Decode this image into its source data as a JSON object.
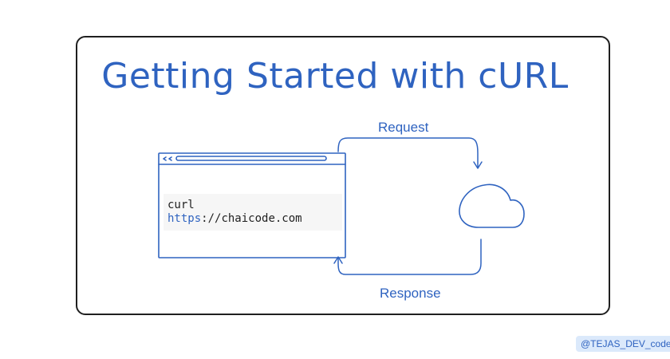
{
  "title": "Getting Started with cURL",
  "terminal": {
    "command": "curl",
    "url_protocol": "https",
    "url_rest": "://chaicode.com"
  },
  "arrows": {
    "request_label": "Request",
    "response_label": "Response"
  },
  "watermark": "@TEJAS_DEV_code",
  "colors": {
    "accent": "#2f63c0",
    "border": "#1f1f1f",
    "code_bg": "#f6f6f6",
    "watermark_bg": "#dbe9fb"
  },
  "icons": [
    "browser-window-icon",
    "cloud-icon",
    "request-arrow-icon",
    "response-arrow-icon"
  ]
}
